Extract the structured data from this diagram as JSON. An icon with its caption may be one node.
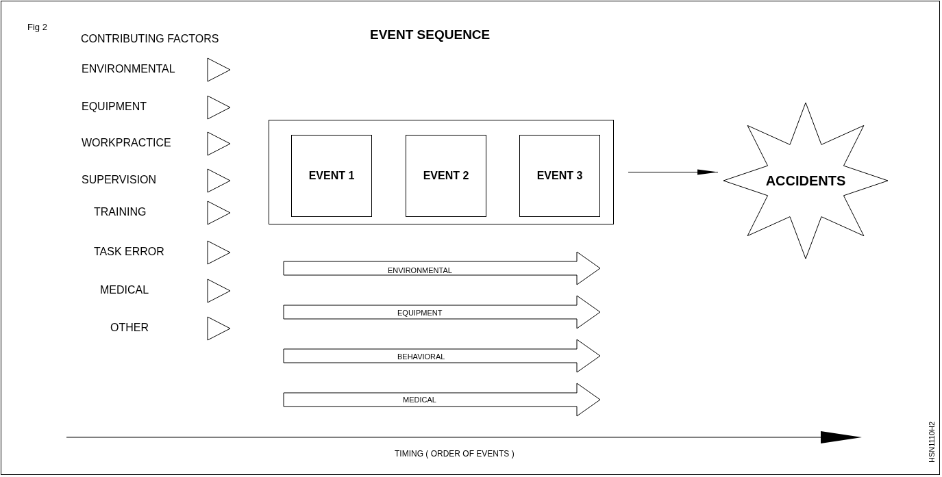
{
  "diagram": {
    "title": "EVENT SEQUENCE",
    "nodes": [
      {
        "text": [],
        "shape": "box"
      },
      {
        "text": [
          "EVENT 1"
        ],
        "in": 0
      },
      {
        "text": [
          "EVENT 2"
        ],
        "in": 0
      },
      {
        "text": [
          "EVENT 3"
        ],
        "in": 0
      },
      {
        "text": [
          "ACCIDENTS"
        ]
      }
    ],
    "edges": [
      {
        "from": 0,
        "to": 4,
        "arrow": "to"
      }
    ],
    "labels": [
      "Fig 2",
      "CONTRIBUTING FACTORS",
      "ENVIRONMENTAL",
      "EQUIPMENT",
      "WORKPRACTICE",
      "SUPERVISION",
      "TRAINING",
      "TASK ERROR",
      "MEDICAL",
      "OTHER",
      "ENVIRONMENTAL",
      "EQUIPMENT",
      "BEHAVIORAL",
      "MEDICAL",
      "TIMING ( ORDER OF EVENTS )",
      "HSN1110H2"
    ]
  }
}
